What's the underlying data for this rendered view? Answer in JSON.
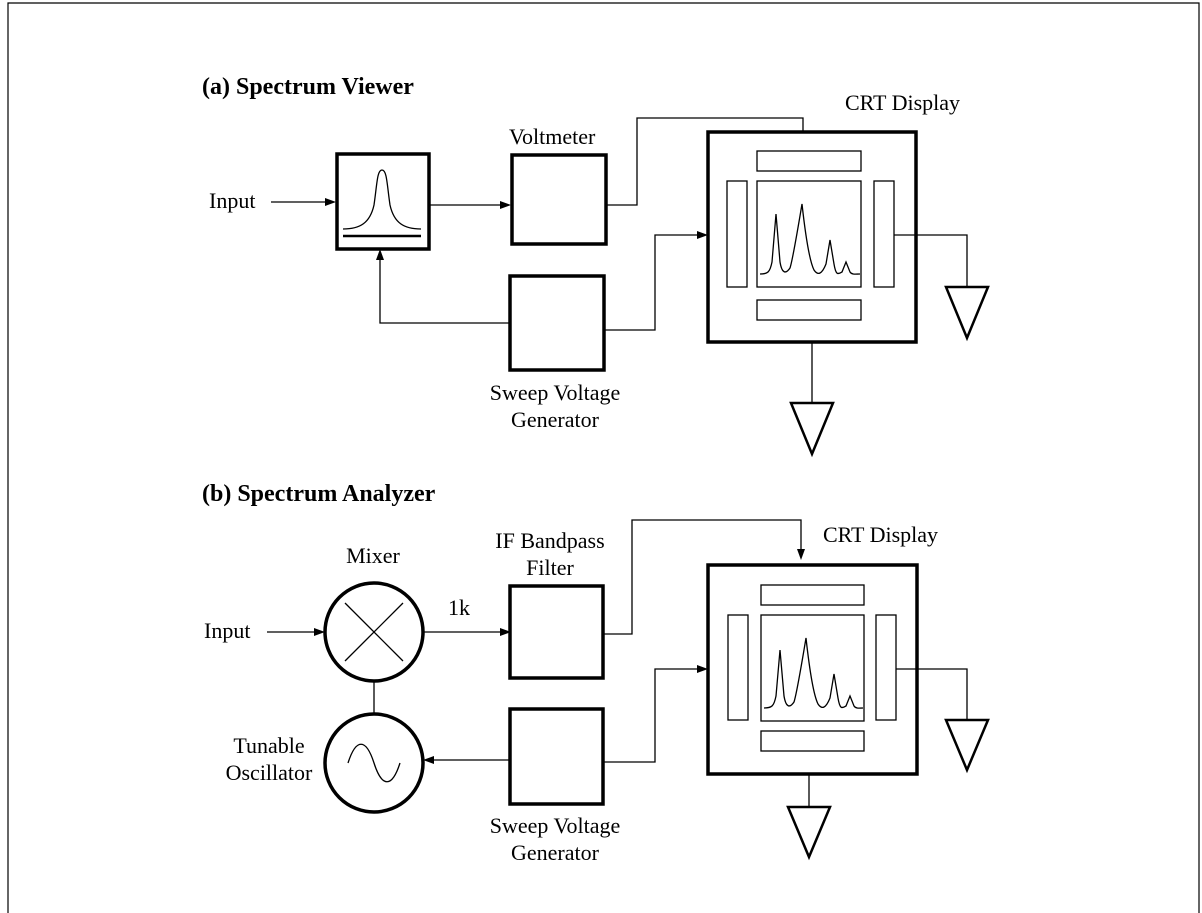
{
  "section_a": {
    "title": "(a)  Spectrum Viewer",
    "input_label": "Input",
    "voltmeter_label": "Voltmeter",
    "crt_label": "CRT Display",
    "sweep_label_line1": "Sweep Voltage",
    "sweep_label_line2": "Generator"
  },
  "section_b": {
    "title": "(b)  Spectrum Analyzer",
    "input_label": "Input",
    "mixer_label": "Mixer",
    "if_label_line1": "IF Bandpass",
    "if_label_line2": "Filter",
    "if_freq_label": "1k",
    "crt_label": "CRT Display",
    "oscillator_label_line1": "Tunable",
    "oscillator_label_line2": "Oscillator",
    "sweep_label_line1": "Sweep Voltage",
    "sweep_label_line2": "Generator"
  }
}
